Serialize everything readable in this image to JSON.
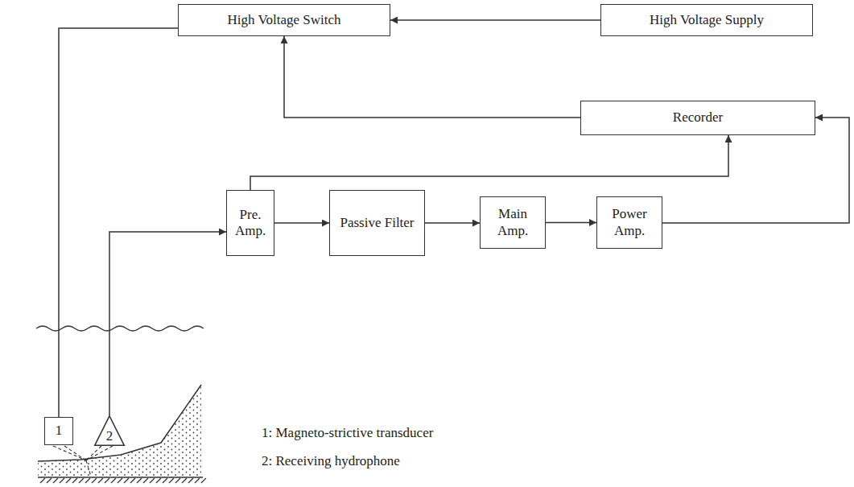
{
  "diagram": {
    "nodes": [
      {
        "text": [
          "High Voltage Switch"
        ]
      },
      {
        "text": [
          "High Voltage Supply"
        ]
      },
      {
        "text": [
          "Recorder"
        ]
      },
      {
        "text": [
          "Pre. Amp."
        ]
      },
      {
        "text": [
          "Passive Filter"
        ]
      },
      {
        "text": [
          "Main Amp."
        ]
      },
      {
        "text": [
          "Power Amp."
        ]
      },
      {
        "text": [
          "1"
        ]
      },
      {
        "text": [
          "2"
        ]
      }
    ],
    "edges": [
      {
        "from": 1,
        "to": 0,
        "arrow": "to"
      },
      {
        "from": 2,
        "to": 0,
        "arrow": "to"
      },
      {
        "from": 6,
        "to": 2,
        "arrow": "to"
      },
      {
        "from": 3,
        "to": 2,
        "arrow": "to"
      },
      {
        "from": 3,
        "to": 4,
        "arrow": "to"
      },
      {
        "from": 4,
        "to": 5,
        "arrow": "to"
      },
      {
        "from": 5,
        "to": 6,
        "arrow": "to"
      },
      {
        "from": 0,
        "to": 7,
        "arrow": "none"
      },
      {
        "from": 8,
        "to": 3,
        "arrow": "to"
      }
    ],
    "labels": [
      "1: Magneto-strictive transducer",
      "2: Receiving hydrophone"
    ]
  }
}
